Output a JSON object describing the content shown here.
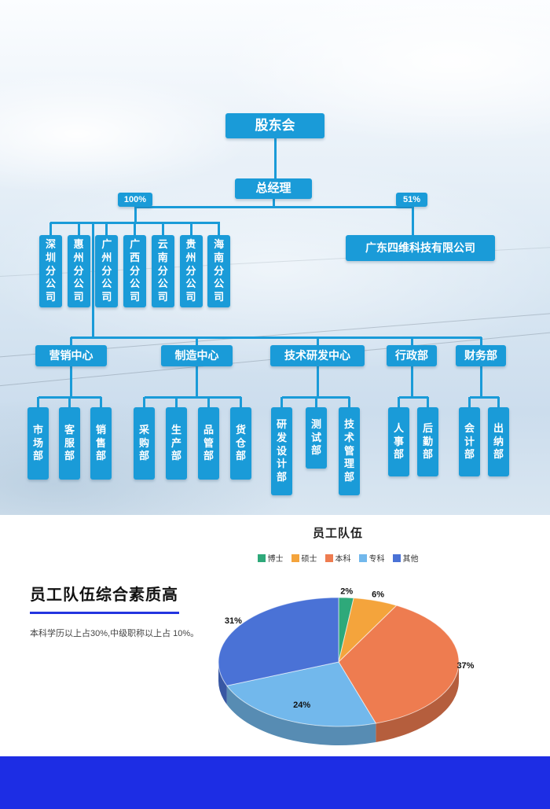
{
  "org_chart": {
    "box_color": "#1A9BD8",
    "root": "股东会",
    "gm": "总经理",
    "ownership_left": "100%",
    "ownership_right": "51%",
    "affiliate": "广东四维科技有限公司",
    "subsidiaries": [
      "深圳分公司",
      "惠州分公司",
      "广州分公司",
      "广西分公司",
      "云南分公司",
      "贵州分公司",
      "海南分公司"
    ],
    "departments": [
      {
        "label": "营销中心",
        "children": [
          "市场部",
          "客服部",
          "销售部"
        ]
      },
      {
        "label": "制造中心",
        "children": [
          "采购部",
          "生产部",
          "品管部",
          "货仓部"
        ]
      },
      {
        "label": "技术研发中心",
        "children": [
          "研发设计部",
          "测试部",
          "技术管理部"
        ]
      },
      {
        "label": "行政部",
        "children": [
          "人事部",
          "后勤部"
        ]
      },
      {
        "label": "财务部",
        "children": [
          "会计部",
          "出纳部"
        ]
      }
    ]
  },
  "section2": {
    "heading": "员工队伍综合素质高",
    "body": "本科学历以上占30%,中级职称以上占 10%。",
    "underline_color": "#2334E0"
  },
  "chart_data": {
    "type": "pie",
    "style": "3d",
    "title": "员工队伍",
    "labels": [
      "博士",
      "硕士",
      "本科",
      "专科",
      "其他"
    ],
    "values": [
      2,
      6,
      37,
      24,
      31
    ],
    "unit": "%",
    "colors": [
      "#2EA97A",
      "#F4A43C",
      "#EE7C50",
      "#72B8EC",
      "#4A72D6"
    ],
    "legend_position": "top",
    "data_labels_shown": true
  },
  "footer": {
    "color": "#1D2DE4"
  }
}
